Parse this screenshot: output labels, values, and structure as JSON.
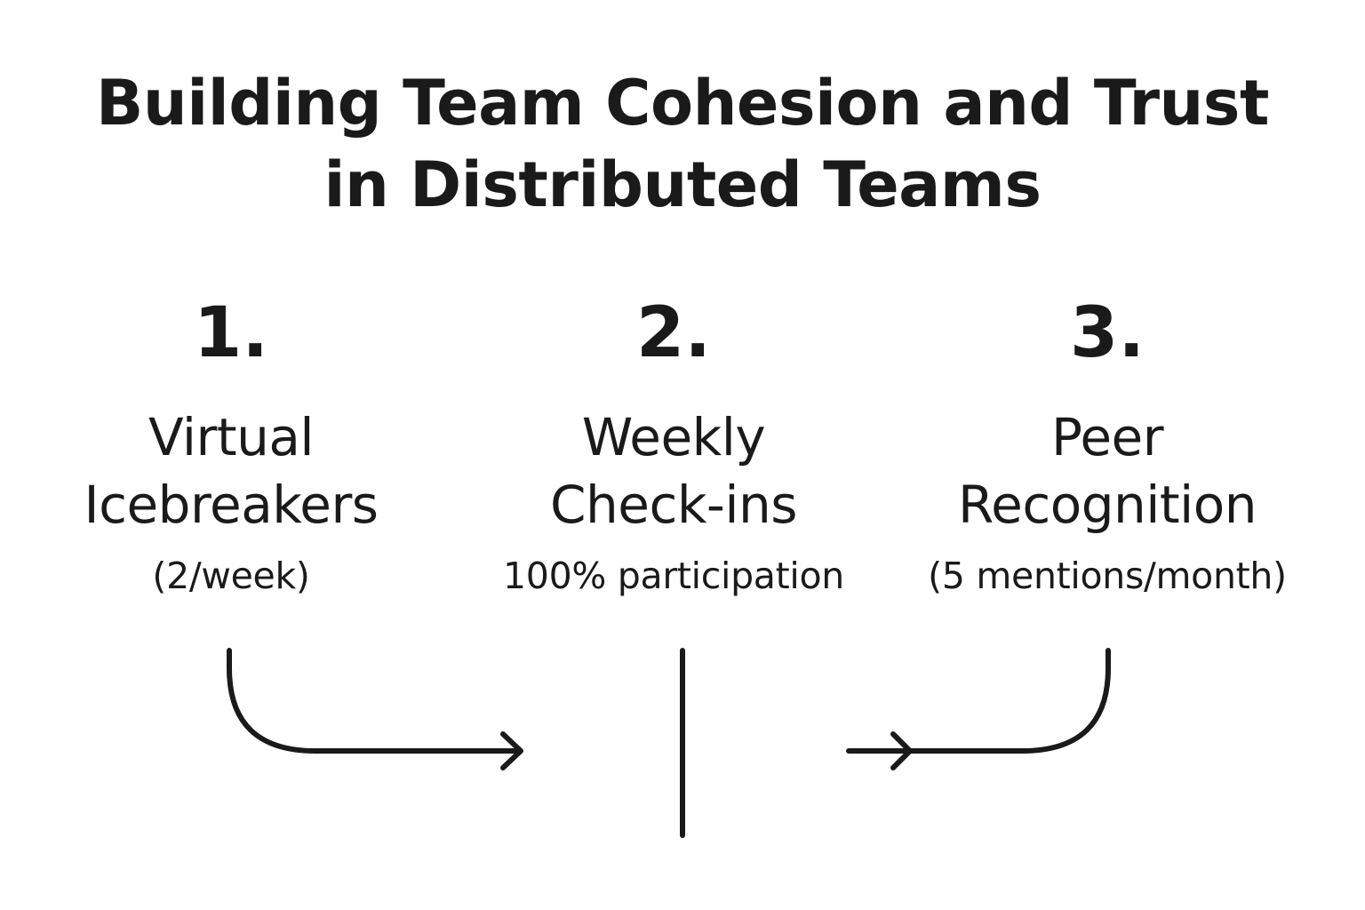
{
  "title": {
    "line1": "Building Team Cohesion and Trust",
    "line2": "in Distributed Teams"
  },
  "steps": [
    {
      "number": "1.",
      "label_line1": "Virtual",
      "label_line2": "Icebreakers",
      "metric": "(2/week)"
    },
    {
      "number": "2.",
      "label_line1": "Weekly",
      "label_line2": "Check-ins",
      "metric": "100% participation"
    },
    {
      "number": "3.",
      "label_line1": "Peer",
      "label_line2": "Recognition",
      "metric": "(5 mentions/month)"
    }
  ],
  "colors": {
    "text": "#1a1a1a",
    "stroke": "#1a1a1a",
    "background": "#ffffff"
  }
}
